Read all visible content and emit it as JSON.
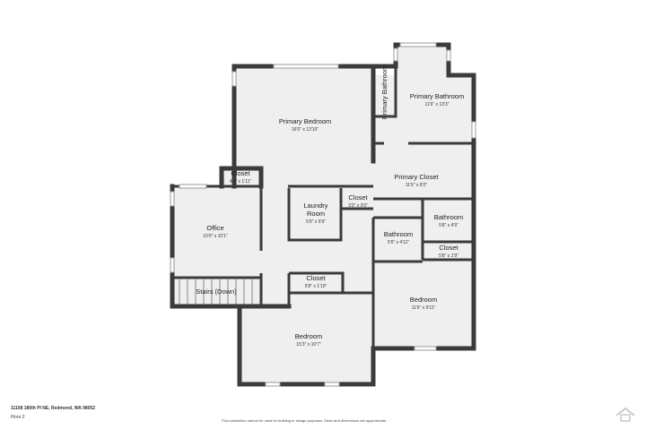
{
  "footer": {
    "address": "11108 180th Pl NE, Redmond, WA 98052",
    "floor": "Floor 2",
    "disclaimer": "Floor plans/tour cannot be used for building or design purposes. Sizes and dimensions are approximate."
  },
  "rooms": {
    "primary_bedroom": {
      "name": "Primary Bedroom",
      "dim": "16'0\" x 13'10\""
    },
    "primary_bathroom": {
      "name": "Primary Bathroom",
      "dim": "11'6\" x 13'3\""
    },
    "primary_bathroom_small": {
      "name": "Primary Bathroom"
    },
    "primary_closet": {
      "name": "Primary Closet",
      "dim": "11'6\" x 8'2\""
    },
    "closet_top": {
      "name": "Closet",
      "dim": "4'1\" x 1'11\""
    },
    "office": {
      "name": "Office",
      "dim": "10'0\" x 10'1\""
    },
    "laundry": {
      "name_line1": "Laundry",
      "name_line2": "Room",
      "dim": "5'9\" x 5'9\""
    },
    "closet_laundry": {
      "name": "Closet",
      "dim": "3'3\" x 3'0\""
    },
    "bathroom_center": {
      "name": "Bathroom",
      "dim": "5'6\" x 4'11\""
    },
    "bathroom_right": {
      "name": "Bathroom",
      "dim": "5'8\" x 4'9\""
    },
    "closet_right": {
      "name": "Closet",
      "dim": "5'8\" x 1'9\""
    },
    "stairs": {
      "name": "Stairs (Down)"
    },
    "closet_bottom": {
      "name": "Closet",
      "dim": "5'8\" x 1'10\""
    },
    "bedroom_bottom": {
      "name": "Bedroom",
      "dim": "15'3\" x 10'7\""
    },
    "bedroom_right": {
      "name": "Bedroom",
      "dim": "11'6\" x 9'11\""
    }
  },
  "colors": {
    "wall": "#3b3b3b",
    "floor": "#efefef",
    "background": "#ffffff"
  },
  "icons": {
    "logo": "house-logo-icon"
  }
}
